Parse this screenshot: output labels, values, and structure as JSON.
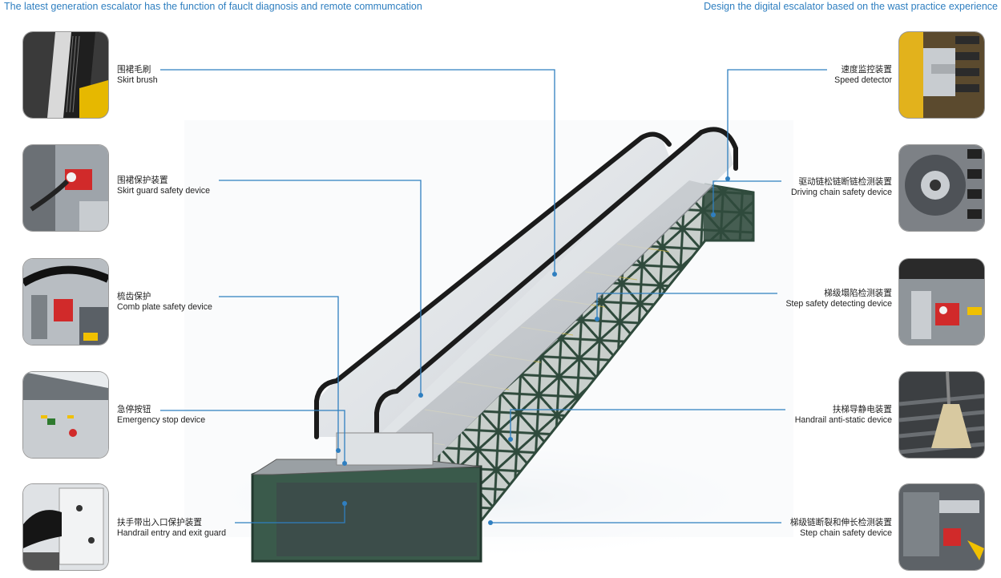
{
  "header": {
    "left": "The latest generation escalator has the function of fauclt diagnosis and remote commumcation",
    "right": "Design the digital escalator based on the wast practice experience"
  },
  "colors": {
    "accent": "#2f7fc0",
    "leader_line": "#2f7fc0",
    "truss": "#2f4a3c"
  },
  "features_left": [
    {
      "zh": "围裙毛刷",
      "en": "Skirt brush",
      "photo": "skirt-brush-photo"
    },
    {
      "zh": "围裙保护装置",
      "en": "Skirt guard safety device",
      "photo": "skirt-guard-photo"
    },
    {
      "zh": "梳齿保护",
      "en": "Comb plate safety device",
      "photo": "comb-plate-photo"
    },
    {
      "zh": "急停按钮",
      "en": "Emergency stop device",
      "photo": "emergency-stop-photo"
    },
    {
      "zh": "扶手带出入口保护装置",
      "en": "Handrail entry and exit guard",
      "photo": "handrail-guard-photo"
    }
  ],
  "features_right": [
    {
      "zh": "速度监控装置",
      "en": "Speed detector",
      "photo": "speed-detector-photo"
    },
    {
      "zh": "驱动链松链断链检测装置",
      "en": "Driving chain safety device",
      "photo": "driving-chain-photo"
    },
    {
      "zh": "梯级塌陷检测装置",
      "en": "Step safety detecting device",
      "photo": "step-safety-photo"
    },
    {
      "zh": "扶梯导静电装置",
      "en": "Handrail anti-static device",
      "photo": "anti-static-photo"
    },
    {
      "zh": "梯级链断裂和伸长检测装置",
      "en": "Step chain safety device",
      "photo": "step-chain-photo"
    }
  ]
}
